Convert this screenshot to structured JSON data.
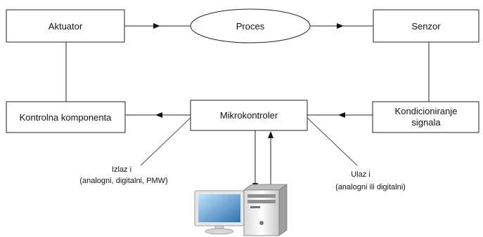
{
  "nodes": {
    "aktuator": "Aktuator",
    "proces": "Proces",
    "senzor": "Senzor",
    "kontrolna": "Kontrolna komponenta",
    "mikro": "Mikrokontroler",
    "kond_line1": "Kondicioniranje",
    "kond_line2": "signala"
  },
  "annotations": {
    "izlazi_title": "Izlaz i",
    "izlazi_detail": "(analogni, digitalni, PMW)",
    "ulazi_title": "Ulaz i",
    "ulazi_detail": "(analogni ili digitalni)"
  },
  "icons": {
    "monitor": "computer-monitor-icon",
    "tower": "computer-tower-icon"
  },
  "colors": {
    "line": "#222222",
    "screen": "#2f6fb0"
  }
}
